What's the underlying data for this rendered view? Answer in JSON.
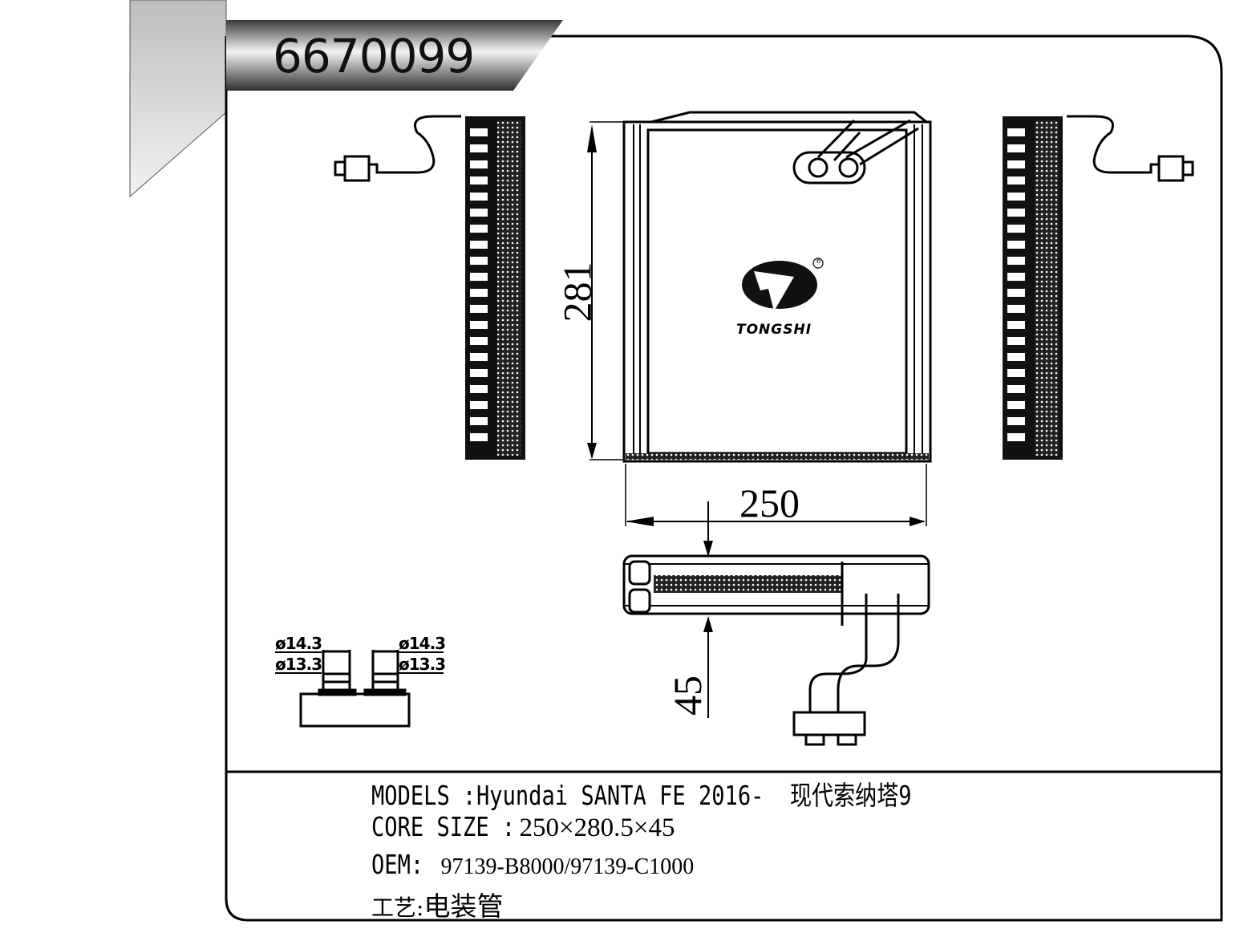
{
  "header": {
    "part_number": "6670099"
  },
  "logo": {
    "brand": "TONGSHI",
    "registered_mark": "®"
  },
  "dimensions": {
    "height": "281",
    "width": "250",
    "depth": "45"
  },
  "fittings": {
    "left_outer": "ø14.3",
    "left_inner": "ø13.3",
    "right_outer": "ø14.3",
    "right_inner": "ø13.3"
  },
  "specs": {
    "models_label": "MODELS :",
    "models_value": "Hyundai SANTA FE 2016-  现代索纳塔9",
    "core_size_label": "CORE SIZE :",
    "core_size_value": "250×280.5×45",
    "oem_label": "OEM:",
    "oem_value": " 97139-B8000/97139-C1000",
    "process_label": "工艺:",
    "process_value": "电装管"
  }
}
